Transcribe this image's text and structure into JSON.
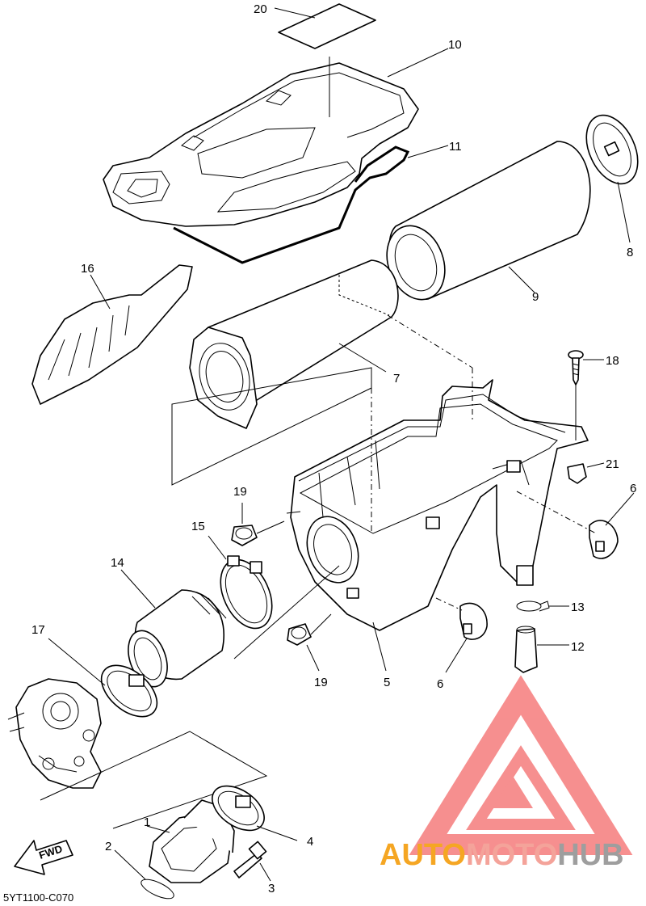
{
  "diagram_code": "5YT1100-C070",
  "fwd_label": "FWD",
  "watermark": {
    "part1": "AUTO",
    "part2": "MOTO",
    "part3": "HUB",
    "color_primary": "#f5a623",
    "color_secondary": "#f4a39a",
    "color_tertiary": "#9e9e9e",
    "logo_color": "#f46a6a"
  },
  "callouts": {
    "c1": "1",
    "c2": "2",
    "c3": "3",
    "c4": "4",
    "c5": "5",
    "c6a": "6",
    "c6b": "6",
    "c7": "7",
    "c8": "8",
    "c9": "9",
    "c10": "10",
    "c11": "11",
    "c12": "12",
    "c13": "13",
    "c14": "14",
    "c15": "15",
    "c16": "16",
    "c17": "17",
    "c18": "18",
    "c19a": "19",
    "c19b": "19",
    "c20": "20",
    "c21": "21"
  }
}
